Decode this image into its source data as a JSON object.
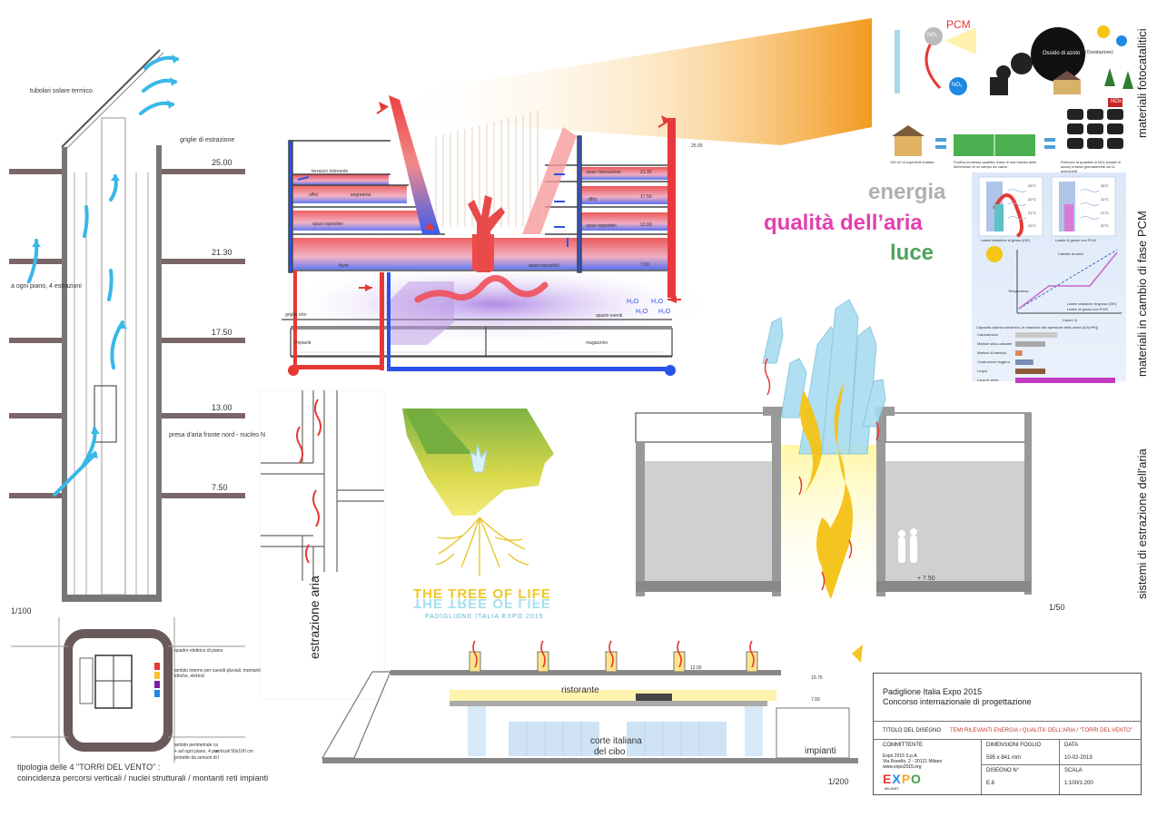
{
  "colors": {
    "warm_red": "#e8383d",
    "cool_blue": "#2a52e8",
    "air_cyan": "#38b8e8",
    "energia_grey": "#b0b0b0",
    "qualita_magenta": "#e43fae",
    "luce_green": "#4da35b",
    "sun_orange": "#f2a12b",
    "light_yellow": "#f5d21f",
    "crystal_blue": "#a8dcf0",
    "panel_bg": "#e8f0fa",
    "wall_grey": "#777777"
  },
  "tower_section": {
    "label_solar_tube": "tubolari solare termico",
    "label_extraction_grille": "griglie di estrazione",
    "label_each_floor": "a ogni piano, 4 estrazioni",
    "label_air_intake": "presa d'aria fronte nord - nucleo N",
    "levels": [
      "25.00",
      "21.30",
      "17.50",
      "13.00",
      "7.50"
    ],
    "scale": "1/100"
  },
  "tower_plan": {
    "label_panel": "quadro elettrico di piano",
    "label_inner_shaft": "ambito interno per cavedi pluviali, montanti idriche, elettrici",
    "label_perimeter": "ambito perimetrale ca",
    "label_each_floor_line": "+ ad ogni piano, 4 pre",
    "label_sensors": "protette da sensori di l",
    "label_verticals": "verticali 50x100 cm",
    "caption_line1": "tipologia delle 4    \"TORRI DEL VENTO\" :",
    "caption_line2": "coincidenza  percorsi verticali / nuclei strutturali / montanti reti impianti"
  },
  "main_section": {
    "level_top": "25.00",
    "rooms": [
      "terrazzo ristorante",
      "uffici",
      "segreteria",
      "spazi espositivi",
      "foyer",
      "spazi espositivi",
      "spazi espositivi",
      "uffici",
      "spazi ristorazione"
    ],
    "right_levels": [
      "21.30",
      "17.50",
      "13.00",
      "7.50"
    ],
    "label_grille": "griglia orto",
    "label_storage": "magazzino",
    "label_plants": "impianti",
    "label_exhibition": "spazio eventi",
    "h2o_labels": [
      "H₂O",
      "H₂O",
      "H₂O",
      "H₂O"
    ]
  },
  "pcm_top": {
    "title": "PCM",
    "no2_label": "NO₂",
    "no3_label": "NO₃",
    "oxide_label": "Ossido di azoto",
    "oxidation_label": "(Ossidazione)",
    "nox_label": "NOx",
    "caption_house": "100 m² di superficie trattata",
    "caption_field": "Purifica la stessa quantità d'aria di una foresta delle dimensioni di un campo da calcio",
    "caption_cars": "Rimuove la quantità di NOx (ossidi di azoto) emessi giornalmente da 11 automobili"
  },
  "theme_words": {
    "energia": "energia",
    "qualita": "qualità dell’aria",
    "luce": "luce"
  },
  "right_labels": {
    "materiali_fotocatalitici": "materiali fotocatalitici",
    "materiali_pcm": "materiali in cambio di fase PCM",
    "sistemi_estrazione": "sistemi di estrazione dell'aria"
  },
  "pcm_panel": {
    "box1_caption": "Lastre classiche di gesso (GK)",
    "box2_caption": "Lastre di gesso con PCM",
    "temps": [
      "25°C",
      "22°C",
      "21°C",
      "22°C",
      "25°C",
      "22°C",
      "21°C",
      "22°C"
    ],
    "graph_title": "Cambio di stato",
    "graph_y": "Temperatura",
    "graph_x": "Calore Q",
    "legend_gk": "Lastre classiche di gesso (GK)",
    "legend_pcm": "Lastre di gesso con PCM",
    "bars_title": "Capacità calorica dinamica, in relazione allo spessore dello strato [kJ/(m²K)]",
    "bars": [
      {
        "label": "Calcestruzzo",
        "value": 0.42
      },
      {
        "label": "Mattoni silico-calcarei",
        "value": 0.3
      },
      {
        "label": "Mattoni di laterizio",
        "value": 0.07
      },
      {
        "label": "Costruzione leggera",
        "value": 0.18
      },
      {
        "label": "Legno",
        "value": 0.3
      },
      {
        "label": "Lana di vetro",
        "value": 1.0
      }
    ]
  },
  "extraction": {
    "label": "estrazione aria"
  },
  "logo": {
    "title": "THE TREE OF LIFE",
    "mirror": "THE TREE OF LIFE",
    "subtitle": "PADIGLIONE ITALIA EXPO 2015"
  },
  "light_section": {
    "level": "+ 7.50",
    "scale": "1/50"
  },
  "bottom_section": {
    "label_restaurant": "ristorante",
    "label_court_1": "corte italiana",
    "label_court_2": "del cibo",
    "label_plants": "impianti",
    "levels": [
      "12.00",
      "10.75",
      "7.00"
    ],
    "scale": "1/200"
  },
  "title_block": {
    "line1": "Padiglione Italia Expo 2015",
    "line2": "Concorso internazionale di progettazione",
    "drawing_title_label": "TITOLO DEL DISEGNO",
    "drawing_title_value": "TEMI RILEVANTI    ENERGIA  /  QUALITA' DELL'ARIA  /  \"TORRI DEL VENTO\"",
    "committente_label": "COMMITTENTE",
    "sheet_size_label": "DIMENSIONI FOGLIO",
    "date_label": "DATA",
    "client_name": "Expo 2015 S.p.A.",
    "client_address": "Via Rovello, 2 - 20121 Milano",
    "client_web": "www.expo2015.org",
    "sheet_size_value": "595 x 841 mm",
    "date_value": "10-02-2013",
    "drawing_no_label": "DISEGNO N°",
    "scale_label": "SCALA",
    "drawing_no_value": "E.8",
    "scale_value": "1:100/1:200",
    "logo_text": "EXPO",
    "logo_sub": "MILANO"
  }
}
